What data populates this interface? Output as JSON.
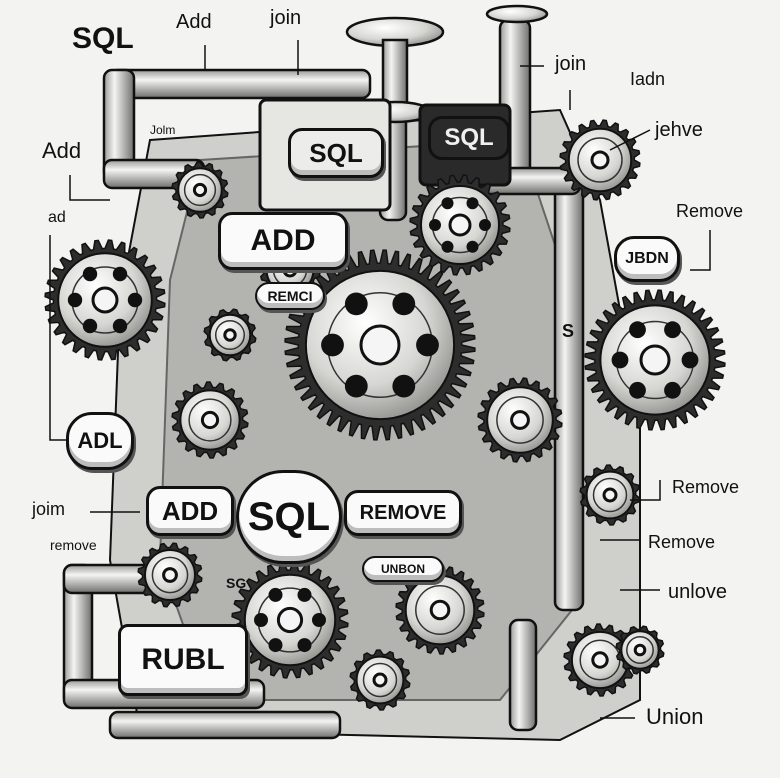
{
  "labels": {
    "sql_top_left": "SQL",
    "add_top": "Add",
    "join_top": "join",
    "join_right_top": "join",
    "iadn_right": "Iadn",
    "jehve_right": "jehve",
    "add_left": "Add",
    "jolm_left": "Jolm",
    "ad_left": "ad",
    "remove_right_1": "Remove",
    "remove_right_2": "Remove",
    "remove_right_3": "Remove",
    "unlove_right": "unlove",
    "union_bottom_right": "Union",
    "joim_left": "joim",
    "remove_left": "remove"
  },
  "plates": {
    "sql_machine_1": "SQL",
    "sql_machine_2": "SQL",
    "add_plate": "ADD",
    "remci_plate": "REMCI",
    "jbdn_plate": "JBDN",
    "adl_plate": "ADL",
    "add_lower": "ADD",
    "sql_center": "SQL",
    "remove_plate": "REMOVE",
    "union_plate": "UNBON",
    "rubl_plate": "RUBL",
    "s_tag": "S",
    "sg_tag": "SG"
  },
  "colors": {
    "ink": "#111111",
    "paper": "#f3f3f1",
    "metal": "#d9d9d6",
    "shadow": "#8a8a8a"
  }
}
